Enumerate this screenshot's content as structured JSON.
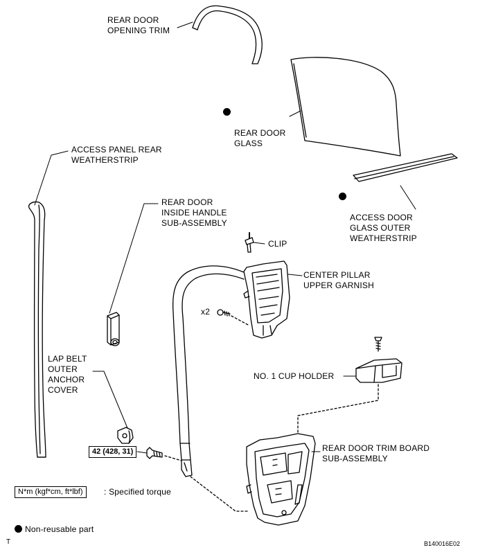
{
  "labels": {
    "rear_door_opening_trim": "REAR DOOR\nOPENING TRIM",
    "rear_door_glass": "REAR DOOR\nGLASS",
    "access_panel_rear_weatherstrip": "ACCESS PANEL REAR\nWEATHERSTRIP",
    "access_door_glass_outer_weatherstrip": "ACCESS DOOR\nGLASS OUTER\nWEATHERSTRIP",
    "rear_door_inside_handle": "REAR DOOR\nINSIDE HANDLE\nSUB-ASSEMBLY",
    "clip": "CLIP",
    "center_pillar_upper_garnish": "CENTER PILLAR\nUPPER GARNISH",
    "x2": "x2",
    "lap_belt_outer_anchor_cover": "LAP BELT\nOUTER\nANCHOR\nCOVER",
    "no1_cup_holder": "NO. 1 CUP HOLDER",
    "rear_door_trim_board": "REAR DOOR TRIM BOARD\nSUB-ASSEMBLY"
  },
  "torque": {
    "value": "42 (428, 31)"
  },
  "legend": {
    "units_box": "N*m (kgf*cm, ft*lbf)",
    "units_text": ": Specified torque",
    "non_reusable": "Non-reusable part"
  },
  "corner": {
    "left": "T",
    "code": "B140016E02"
  }
}
